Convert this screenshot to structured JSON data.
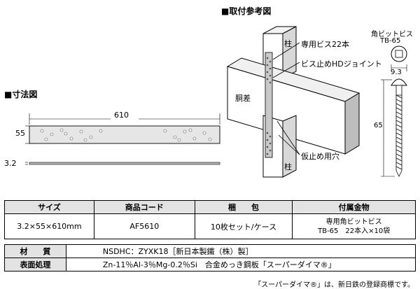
{
  "mount": {
    "title": "■取付参考図",
    "pillar": "柱",
    "beam": "胴差",
    "callout_screw": "専用ビス22本",
    "callout_joint": "ビス止めHDジョイント",
    "callout_hole": "仮止め用穴"
  },
  "screw": {
    "title": "角ビットビス",
    "model": "TB-65",
    "head_dim": "9.3",
    "length_dim": "65"
  },
  "dims": {
    "title": "■寸法図",
    "length": "610",
    "width": "55",
    "thickness": "3.2"
  },
  "table": {
    "headers": [
      "サイズ",
      "商品コード",
      "梱　　包",
      "付属金物"
    ],
    "row": {
      "size": "3.2×55×610mm",
      "code": "AF5610",
      "packing": "10枚セット/ケース",
      "accessory_line1": "専用角ビットビス",
      "accessory_line2": "TB-65　22本入×10袋"
    },
    "material_label": "材　　質",
    "material_value": "NSDHC：ZYXK18［新日本製鐵（株）製］",
    "finish_label": "表面処理",
    "finish_value": "Zn-11％Al-3％Mg-0.2％Si　合金めっき鋼板「スーパーダイマ®」"
  },
  "footnote": "「スーパーダイマ®」は、新日鉄の登録商標です。"
}
